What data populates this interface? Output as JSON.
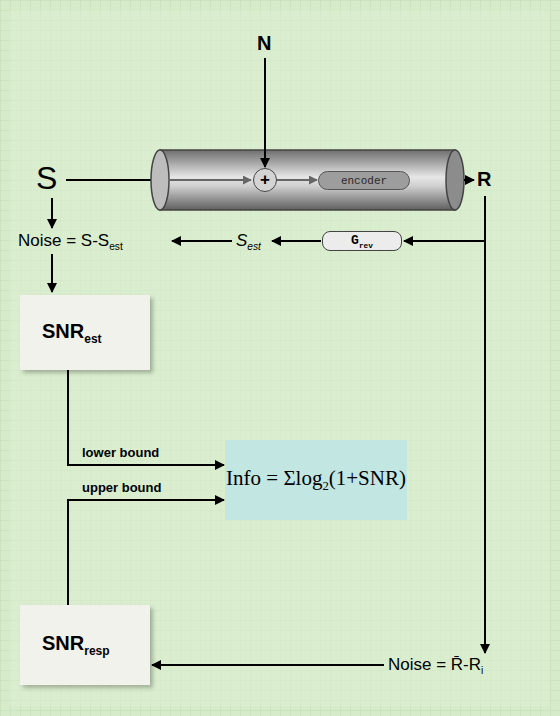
{
  "diagram": {
    "nodes": [
      {
        "text": [
          "+"
        ]
      },
      {
        "text": [
          "encoder"
        ]
      },
      {
        "text": [
          "G",
          "rev"
        ]
      },
      {
        "text": [
          "SNR",
          "est"
        ]
      },
      {
        "text": [
          "Info = Σlog",
          "2",
          "(1+SNR)"
        ]
      },
      {
        "text": [
          "SNR",
          "resp"
        ]
      }
    ],
    "edges": [
      {
        "from": 0,
        "to": 1,
        "arrow": "to"
      },
      {
        "from": 3,
        "to": 4,
        "label": "lower bound",
        "arrow": "to"
      },
      {
        "from": 5,
        "to": 4,
        "label": "upper bound",
        "arrow": "to"
      }
    ],
    "labels": [
      "N",
      "S",
      "R",
      "Noise = S-S",
      "est",
      "S",
      "est",
      "Noise = R̄-R",
      "i"
    ]
  }
}
